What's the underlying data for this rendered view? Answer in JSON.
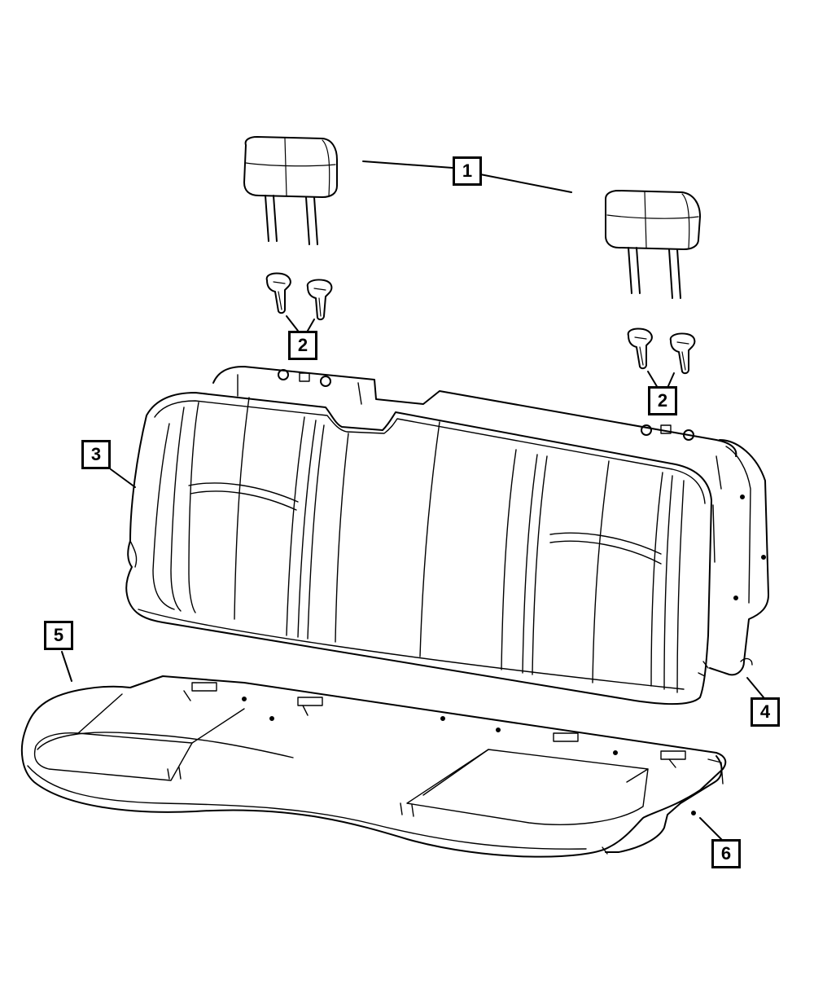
{
  "callouts": [
    {
      "id": "callout-1",
      "label": "1"
    },
    {
      "id": "callout-2a",
      "label": "2"
    },
    {
      "id": "callout-2b",
      "label": "2"
    },
    {
      "id": "callout-3",
      "label": "3"
    },
    {
      "id": "callout-4",
      "label": "4"
    },
    {
      "id": "callout-5",
      "label": "5"
    },
    {
      "id": "callout-6",
      "label": "6"
    }
  ],
  "colors": {
    "line": "#000000",
    "background": "#ffffff"
  }
}
